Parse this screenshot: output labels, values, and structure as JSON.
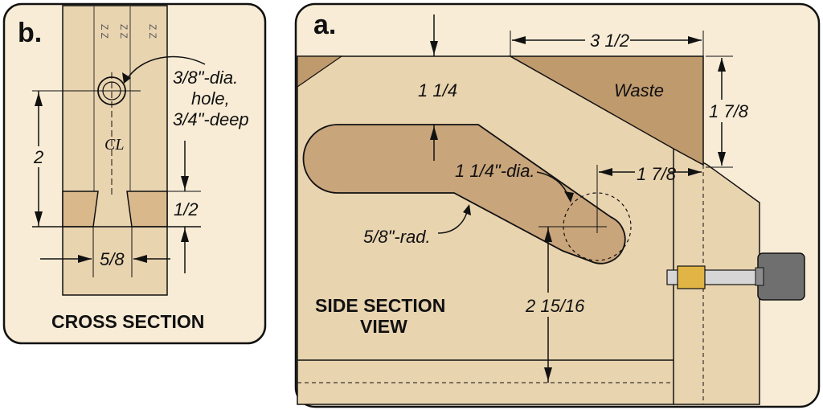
{
  "colors": {
    "panel_bg": "#f8ecd6",
    "wood_light": "#e9d4b0",
    "wood_mid": "#d9b98c",
    "waste": "#bf9a6d",
    "slot": "#c9a57b",
    "outline": "#111111",
    "brass": "#e0b545",
    "knob": "#6f6f6f"
  },
  "panel_b": {
    "letter": "b.",
    "caption": "CROSS SECTION",
    "hole_line1": "3/8\"-dia.",
    "hole_line2": "hole,",
    "hole_line3": "3/4\"-deep",
    "dim_height": "2",
    "dim_slot_depth": "1/2",
    "dim_slot_width": "5/8",
    "centerline": "CL"
  },
  "panel_a": {
    "letter": "a.",
    "caption_line1": "SIDE SECTION",
    "caption_line2": "VIEW",
    "waste": "Waste",
    "dim_top_width": "3 1/2",
    "dim_right_height": "1 7/8",
    "dim_slot_depth": "1 1/4",
    "dim_hole": "1 1/4\"-dia.",
    "dim_hole_offset": "1 7/8",
    "dim_radius": "5/8\"-rad.",
    "dim_bottom_height": "2 15/16"
  }
}
